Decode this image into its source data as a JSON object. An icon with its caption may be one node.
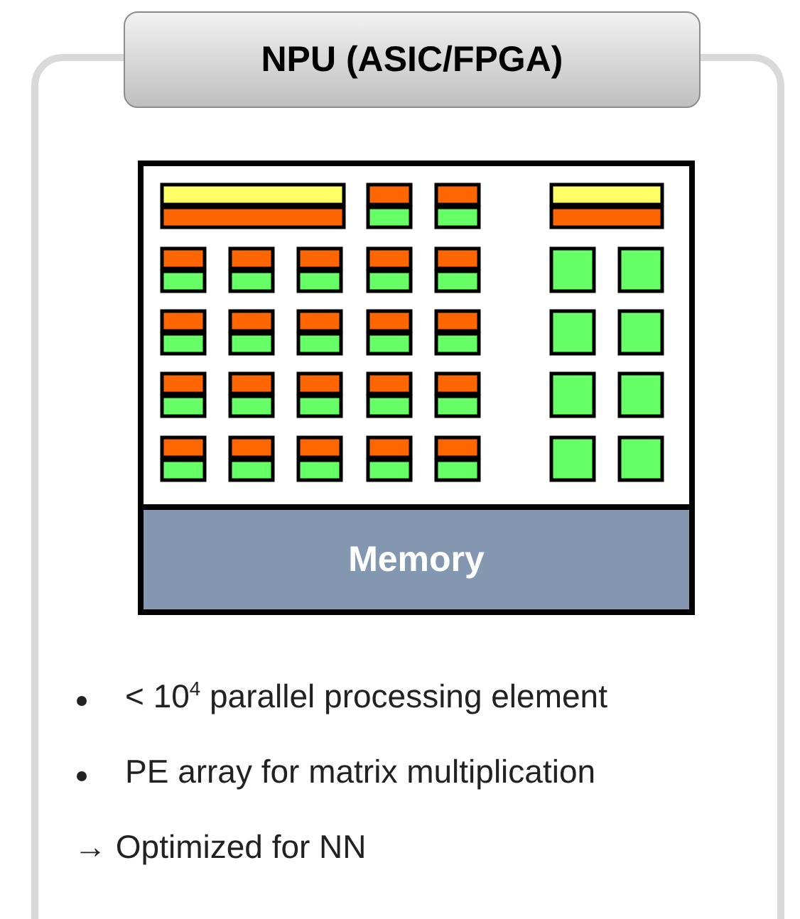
{
  "diagram": {
    "nodes": [
      {
        "text": [
          "NPU (ASIC/FPGA)"
        ]
      },
      {
        "text": [
          "Memory"
        ]
      }
    ],
    "labels": [
      "< 10$^{4}$  parallel processing element",
      "PE array for matrix multiplication",
      "→ Optimized for NN"
    ]
  }
}
